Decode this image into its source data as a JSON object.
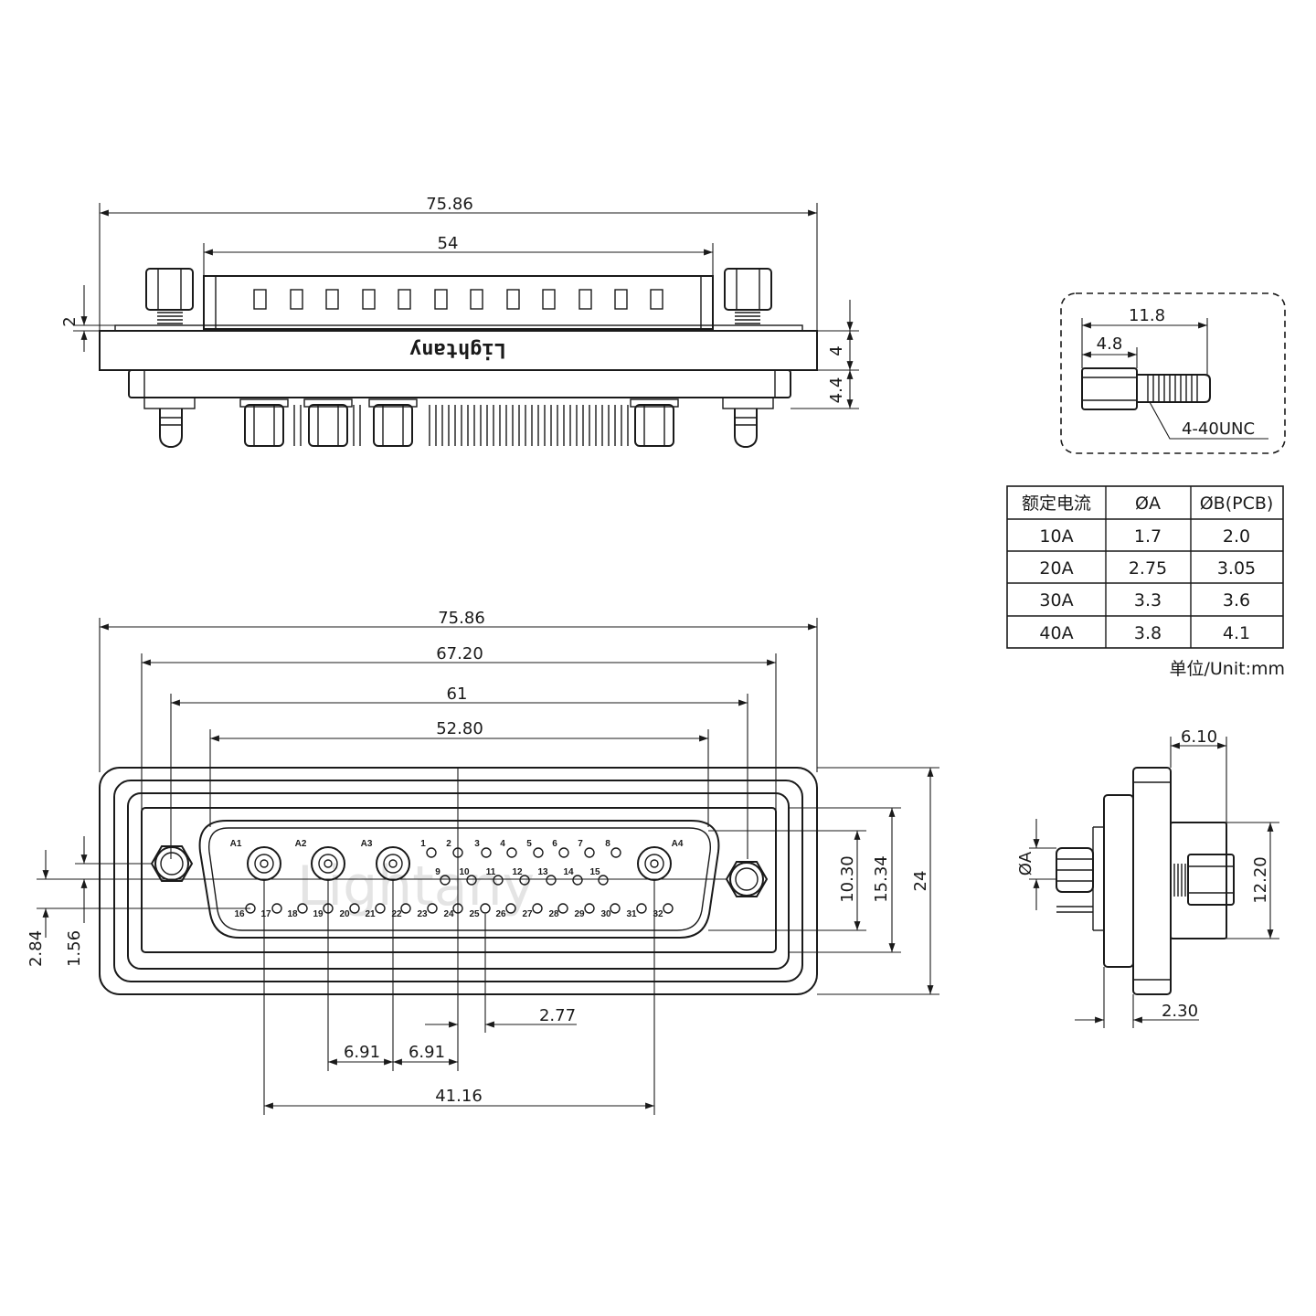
{
  "brand": "Lightany",
  "watermark": "Lightany",
  "top_view": {
    "dim_overall": "75.86",
    "dim_shell": "54",
    "dim_washer": "2",
    "dim_flange": "4",
    "dim_body": "4.4"
  },
  "screw_detail": {
    "dim_total": "11.8",
    "dim_hex": "4.8",
    "thread": "4-40UNC"
  },
  "spec_table": {
    "headers": [
      "额定电流",
      "ØA",
      "ØB(PCB)"
    ],
    "rows": [
      [
        "10A",
        "1.7",
        "2.0"
      ],
      [
        "20A",
        "2.75",
        "3.05"
      ],
      [
        "30A",
        "3.3",
        "3.6"
      ],
      [
        "40A",
        "3.8",
        "4.1"
      ]
    ],
    "unit_note": "单位/Unit:mm"
  },
  "front_view": {
    "dim_overall": "75.86",
    "dim_mount": "67.20",
    "dim_shell": "61",
    "dim_inner": "52.80",
    "dim_h_inner": "10.30",
    "dim_h_shell": "15.34",
    "dim_h_overall": "24",
    "dim_v1": "2.84",
    "dim_v2": "1.56",
    "dim_pitch_signal": "2.77",
    "dim_pitch_a1": "6.91",
    "dim_pitch_a2": "6.91",
    "dim_span": "41.16",
    "power_labels": [
      "A1",
      "A2",
      "A3",
      "A4"
    ],
    "row1_labels": [
      "1",
      "2",
      "3",
      "4",
      "5",
      "6",
      "7",
      "8"
    ],
    "row2_labels": [
      "9",
      "10",
      "11",
      "12",
      "13",
      "14",
      "15"
    ],
    "row3_labels": [
      "16",
      "17",
      "18",
      "19",
      "20",
      "21",
      "22",
      "23",
      "24",
      "25",
      "26",
      "27",
      "28",
      "29",
      "30",
      "31",
      "32"
    ]
  },
  "side_view": {
    "dim_depth": "6.10",
    "dim_flange": "2.30",
    "dim_height": "12.20",
    "dim_hole": "ØA"
  }
}
